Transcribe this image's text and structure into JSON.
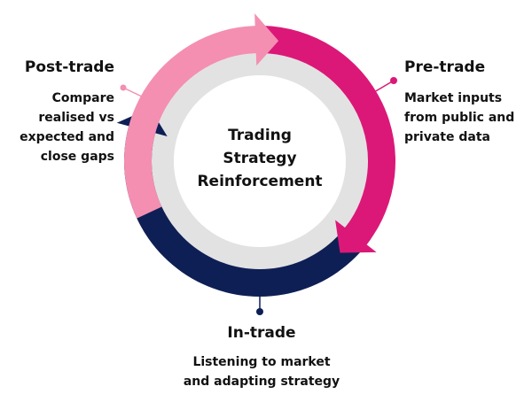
{
  "center": {
    "lines": [
      "Trading",
      "Strategy",
      "Reinforcement"
    ]
  },
  "stages": {
    "post": {
      "title": "Post-trade",
      "desc": [
        "Compare",
        "realised vs",
        "expected and",
        "close gaps"
      ],
      "color": "#F48FB1"
    },
    "pre": {
      "title": "Pre-trade",
      "desc": [
        "Market inputs",
        "from public and",
        "private data"
      ],
      "color": "#DB1878"
    },
    "in": {
      "title": "In-trade",
      "desc": [
        "Listening to market",
        "and adapting strategy"
      ],
      "color": "#0E1F55"
    }
  },
  "colors": {
    "inner_ring": "#E2E2E2",
    "background": "#FFFFFF"
  }
}
